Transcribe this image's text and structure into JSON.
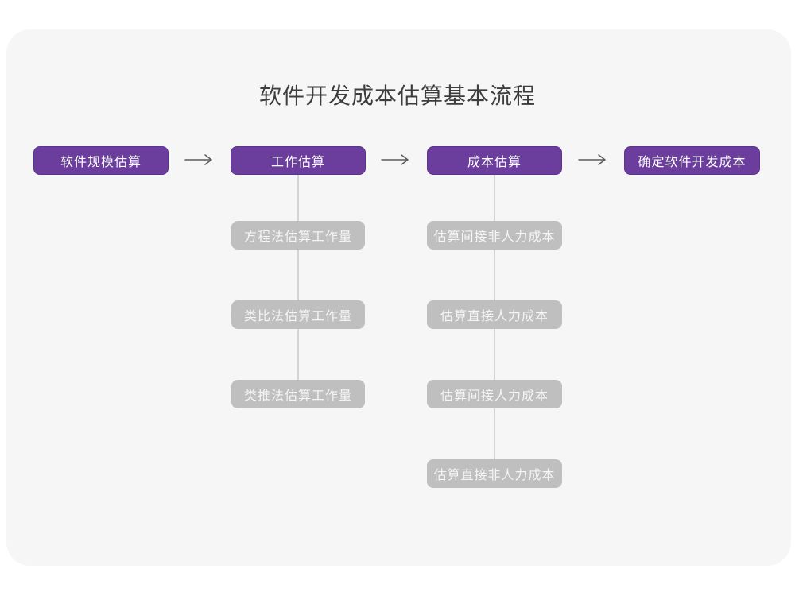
{
  "page": {
    "title": "软件开发成本估算基本流程"
  },
  "colors": {
    "page_bg": "#ffffff",
    "card_bg": "#f6f6f7",
    "main_node_bg": "#6b3e9d",
    "main_node_text": "#ffffff",
    "sub_node_bg": "#bfbfbf",
    "sub_node_text": "#f5f5f5",
    "arrow_stroke": "#5a5a5a",
    "connector_line": "#d4d4d4",
    "title_text": "#3d3d3d"
  },
  "flow": {
    "main_steps": [
      {
        "label": "软件规模估算"
      },
      {
        "label": "工作估算"
      },
      {
        "label": "成本估算"
      },
      {
        "label": "确定软件开发成本"
      }
    ],
    "work_substeps": [
      {
        "label": "方程法估算工作量"
      },
      {
        "label": "类比法估算工作量"
      },
      {
        "label": "类推法估算工作量"
      }
    ],
    "cost_substeps": [
      {
        "label": "估算间接非人力成本"
      },
      {
        "label": "估算直接人力成本"
      },
      {
        "label": "估算间接人力成本"
      },
      {
        "label": "估算直接非人力成本"
      }
    ]
  }
}
